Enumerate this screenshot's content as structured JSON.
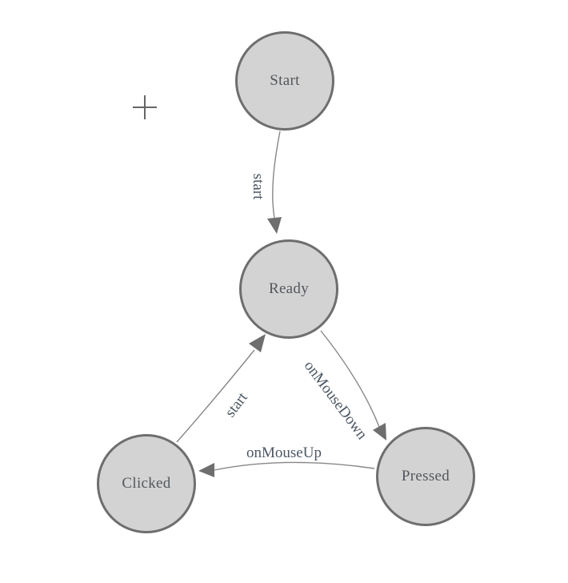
{
  "diagram": {
    "type": "state-machine",
    "background_color": "#ffffff",
    "node_fill": "#d3d3d3",
    "node_stroke": "#6e6e6e",
    "edge_color": "#878787",
    "arrow_color": "#6e6e6e",
    "node_label_color": "#53575c",
    "edge_label_color": "#4c5763",
    "cursor_color": "#666666",
    "nodes": [
      {
        "id": "start",
        "label": "Start"
      },
      {
        "id": "ready",
        "label": "Ready"
      },
      {
        "id": "clicked",
        "label": "Clicked"
      },
      {
        "id": "pressed",
        "label": "Pressed"
      }
    ],
    "edges": [
      {
        "from": "Start",
        "to": "Ready",
        "label": "start"
      },
      {
        "from": "Clicked",
        "to": "Ready",
        "label": "start"
      },
      {
        "from": "Ready",
        "to": "Pressed",
        "label": "onMouseDown"
      },
      {
        "from": "Pressed",
        "to": "Clicked",
        "label": "onMouseUp"
      }
    ]
  }
}
